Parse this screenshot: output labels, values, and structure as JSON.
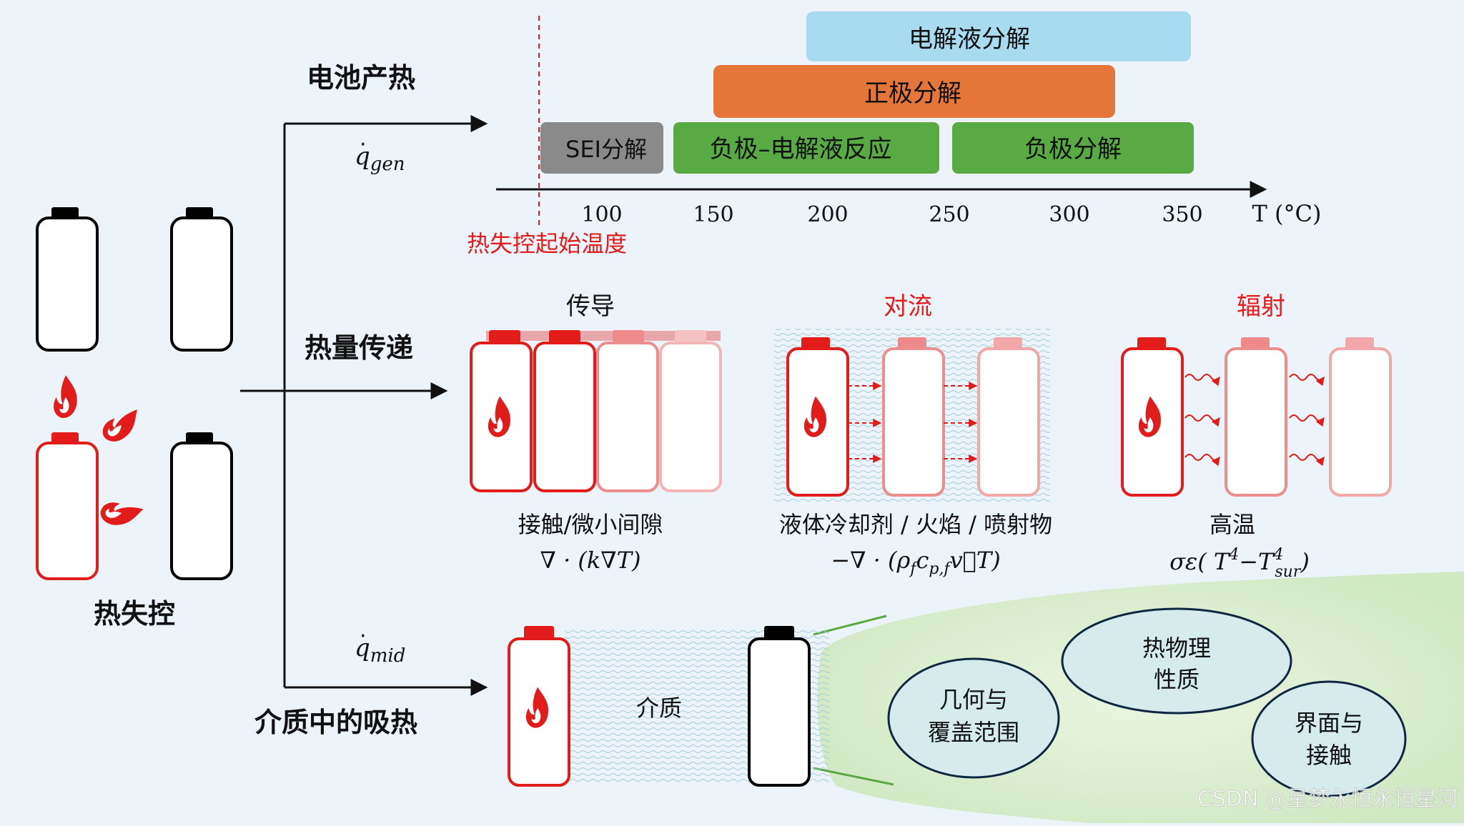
{
  "left": {
    "title": "热失控"
  },
  "branches": {
    "gen": {
      "title": "电池产热",
      "symbol": "q",
      "subscript": "gen"
    },
    "transfer": {
      "title": "热量传递"
    },
    "mid": {
      "title": "介质中的吸热",
      "symbol": "q",
      "subscript": "mid"
    }
  },
  "timeline": {
    "ticks": [
      "100",
      "150",
      "200",
      "250",
      "300",
      "350"
    ],
    "axis_label": "T (°C)",
    "onset_label": "热失控起始温度",
    "bars": [
      {
        "label": "电解液分解",
        "color": "#a8daf0"
      },
      {
        "label": "正极分解",
        "color": "#e5763a"
      },
      {
        "label": "SEI分解",
        "color": "#8a8a8a"
      },
      {
        "label": "负极–电解液反应",
        "color": "#5aaa44"
      },
      {
        "label": "负极分解",
        "color": "#5aaa44"
      }
    ]
  },
  "modes": {
    "conduction": {
      "title": "传导",
      "desc": "接触/微小间隙",
      "formula": "∇ · (k∇T)"
    },
    "convection": {
      "title": "对流",
      "desc": "液体冷却剂 / 火焰 / 喷射物",
      "formula_pre": "−∇ · (ρ",
      "sub_f1": "f",
      "c_sym": "c",
      "sub_pf": "p,f",
      "formula_post": "v⃗T)"
    },
    "radiation": {
      "title": "辐射",
      "desc": "高温",
      "formula_pre": "σε( T",
      "sup4a": "4",
      "dash": "−T",
      "sup4b": "4",
      "sub_sur": "sur",
      "close": ")"
    }
  },
  "medium": {
    "label": "介质",
    "factors": [
      {
        "label1": "几何与",
        "label2": "覆盖范围"
      },
      {
        "label1": "热物理",
        "label2": "性质"
      },
      {
        "label1": "界面与",
        "label2": "接触"
      }
    ]
  },
  "watermark": "CSDN @星梦永恒永恒星河",
  "colors": {
    "red": "#e21b1b",
    "black": "#000000",
    "axis": "#111111"
  }
}
